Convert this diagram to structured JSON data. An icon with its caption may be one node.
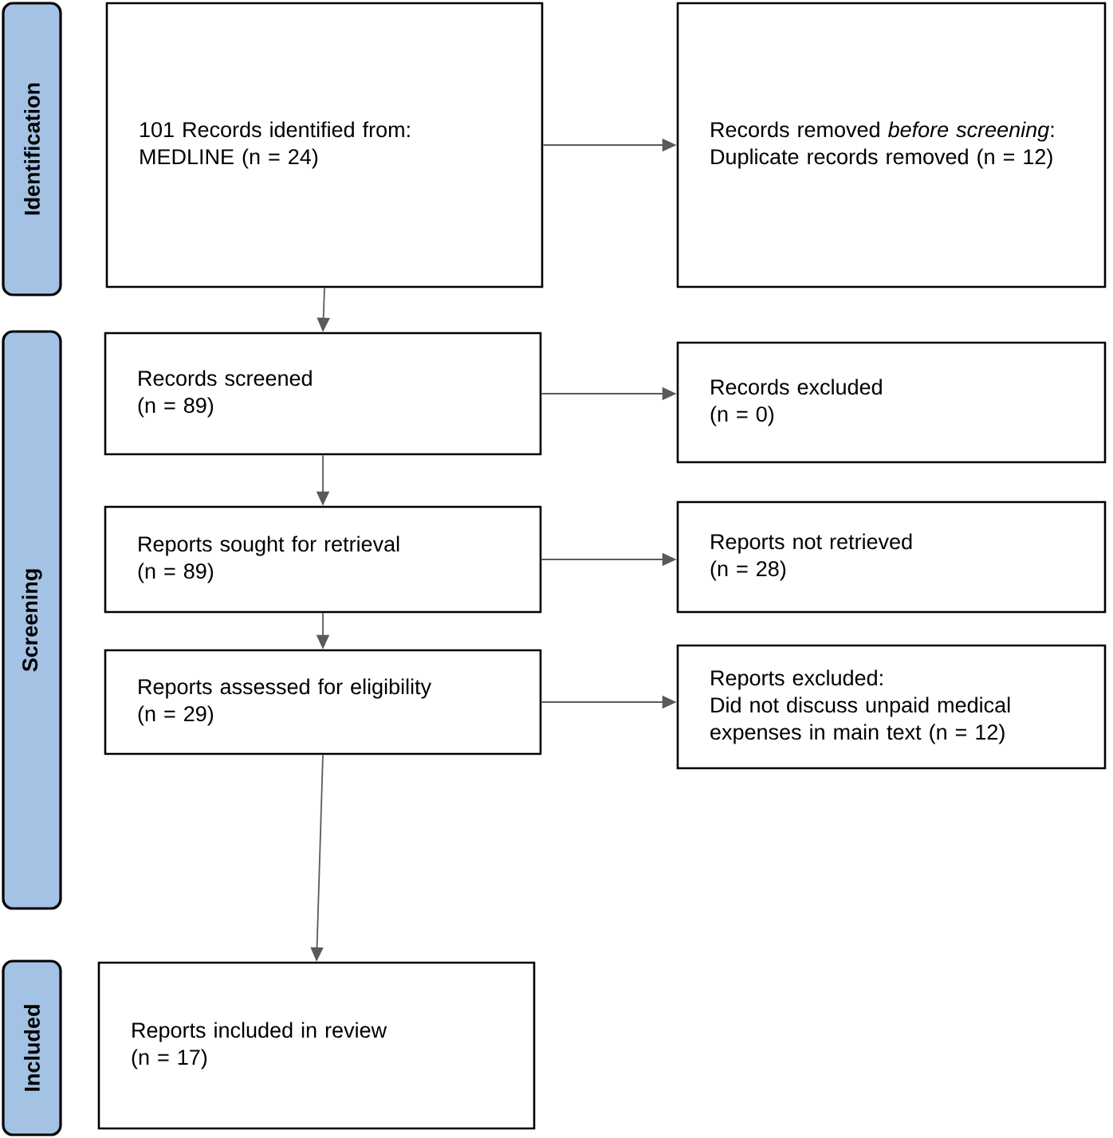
{
  "diagram": {
    "nodes": [
      {
        "text": [
          "Identification"
        ]
      },
      {
        "text": [
          "101 Records identified from:",
          "MEDLINE (n = 24)"
        ]
      },
      {
        "text": [
          "Records removed *before screening*:",
          "Duplicate records removed (n = 12)"
        ]
      },
      {
        "text": [
          "Screening"
        ]
      },
      {
        "text": [
          "Records screened",
          "(n = 89)"
        ]
      },
      {
        "text": [
          "Records excluded",
          "(n = 0)"
        ]
      },
      {
        "text": [
          "Reports sought for retrieval",
          "(n = 89)"
        ]
      },
      {
        "text": [
          "Reports not retrieved",
          "(n = 28)"
        ]
      },
      {
        "text": [
          "Reports assessed for eligibility",
          "(n = 29)"
        ]
      },
      {
        "text": [
          "Reports excluded:",
          "Did not discuss unpaid medical expenses in main text (n = 12)"
        ]
      },
      {
        "text": [
          "Included"
        ]
      },
      {
        "text": [
          "Reports included in review",
          "(n = 17)"
        ]
      }
    ],
    "edges": [
      {
        "from": 1,
        "to": 2,
        "arrow": "to"
      },
      {
        "from": 1,
        "to": 4,
        "arrow": "to"
      },
      {
        "from": 4,
        "to": 5,
        "arrow": "to"
      },
      {
        "from": 4,
        "to": 6,
        "arrow": "to"
      },
      {
        "from": 6,
        "to": 7,
        "arrow": "to"
      },
      {
        "from": 6,
        "to": 8,
        "arrow": "to"
      },
      {
        "from": 8,
        "to": 9,
        "arrow": "to"
      },
      {
        "from": 8,
        "to": 11,
        "arrow": "to"
      }
    ]
  }
}
